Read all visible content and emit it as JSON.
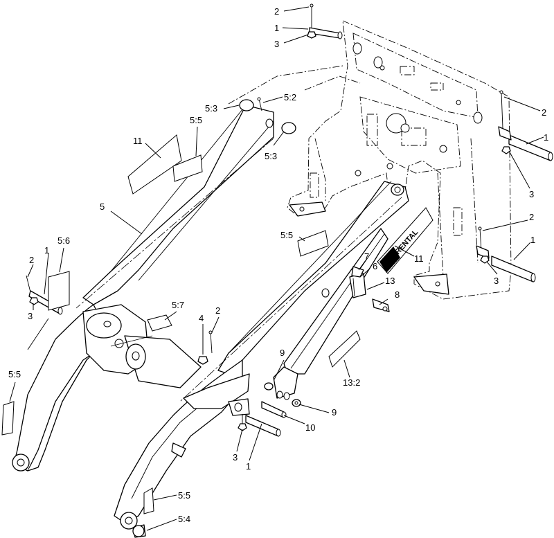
{
  "callouts": [
    {
      "id": "c-2-top",
      "text": "2"
    },
    {
      "id": "c-1-top",
      "text": "1"
    },
    {
      "id": "c-3-top",
      "text": "3"
    },
    {
      "id": "c-5-2",
      "text": "5:2"
    },
    {
      "id": "c-5-3-a",
      "text": "5:3"
    },
    {
      "id": "c-5-3-b",
      "text": "5:3"
    },
    {
      "id": "c-5-5-top",
      "text": "5:5"
    },
    {
      "id": "c-11-left",
      "text": "11"
    },
    {
      "id": "c-5",
      "text": "5"
    },
    {
      "id": "c-2-right",
      "text": "2"
    },
    {
      "id": "c-1-right",
      "text": "1"
    },
    {
      "id": "c-3-right",
      "text": "3"
    },
    {
      "id": "c-2-right-low",
      "text": "2"
    },
    {
      "id": "c-1-right-low",
      "text": "1"
    },
    {
      "id": "c-3-right-low",
      "text": "3"
    },
    {
      "id": "c-5-5-mid",
      "text": "5:5"
    },
    {
      "id": "c-11-right",
      "text": "11"
    },
    {
      "id": "c-7",
      "text": "7"
    },
    {
      "id": "c-6",
      "text": "6"
    },
    {
      "id": "c-13",
      "text": "13"
    },
    {
      "id": "c-8",
      "text": "8"
    },
    {
      "id": "c-5-6",
      "text": "5:6"
    },
    {
      "id": "c-1-left",
      "text": "1"
    },
    {
      "id": "c-2-left",
      "text": "2"
    },
    {
      "id": "c-3-left",
      "text": "3"
    },
    {
      "id": "c-5-7",
      "text": "5:7"
    },
    {
      "id": "c-4",
      "text": "4"
    },
    {
      "id": "c-2-mid",
      "text": "2"
    },
    {
      "id": "c-9-a",
      "text": "9"
    },
    {
      "id": "c-9-b",
      "text": "9"
    },
    {
      "id": "c-10",
      "text": "10"
    },
    {
      "id": "c-13-2",
      "text": "13:2"
    },
    {
      "id": "c-5-5-left",
      "text": "5:5"
    },
    {
      "id": "c-3-bottom",
      "text": "3"
    },
    {
      "id": "c-1-bottom",
      "text": "1"
    },
    {
      "id": "c-5-5-bottom",
      "text": "5:5"
    },
    {
      "id": "c-5-4",
      "text": "5:4"
    }
  ],
  "decal_text": "RENTAL"
}
